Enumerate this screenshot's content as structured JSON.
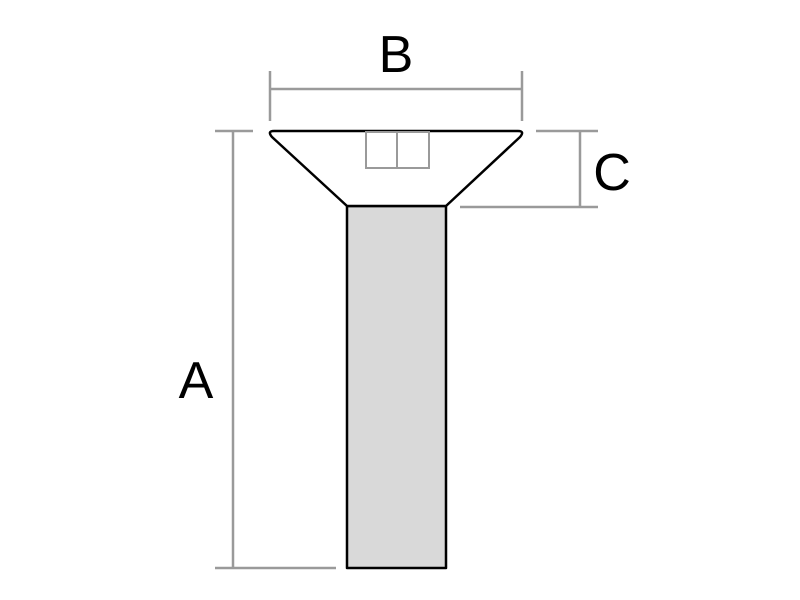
{
  "labels": {
    "length": "A",
    "head_diameter": "B",
    "head_height": "C"
  },
  "colors": {
    "shank_fill": "#d9d9d9",
    "head_fill": "#ffffff",
    "outline": "#000000",
    "dimension_lines": "#9a9a9a"
  },
  "icon": "countersunk-screw-icon"
}
